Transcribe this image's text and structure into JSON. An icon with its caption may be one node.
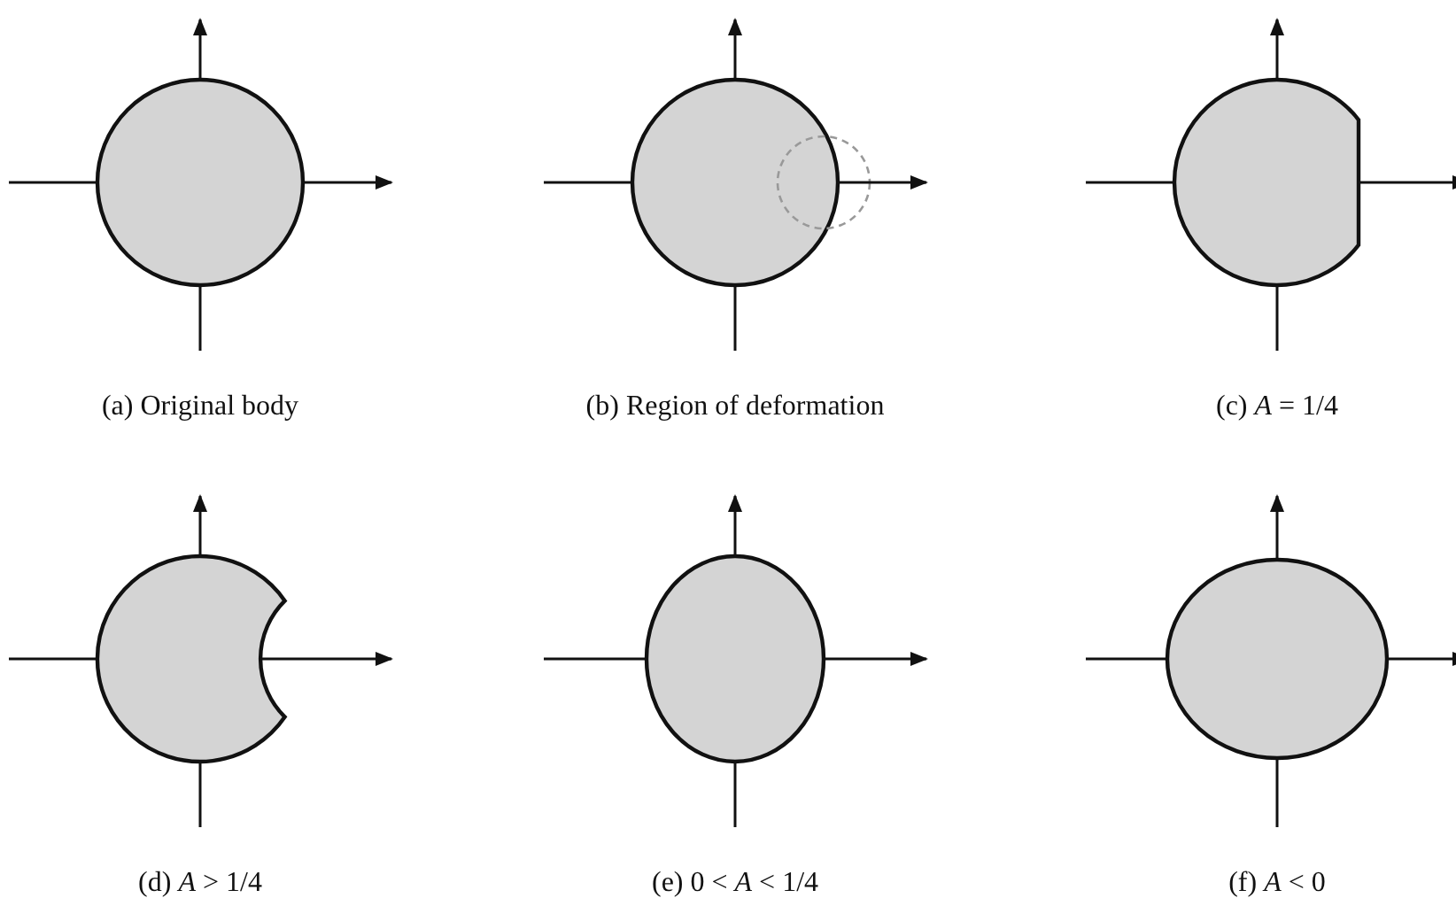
{
  "diagram": {
    "labels": [
      "(a) Original body",
      "(b) Region of deformation",
      "(c) *A* = 1/4",
      "(d) *A* > 1/4",
      "(e) 0 < *A* < 1/4",
      "(f) *A* < 0"
    ]
  }
}
